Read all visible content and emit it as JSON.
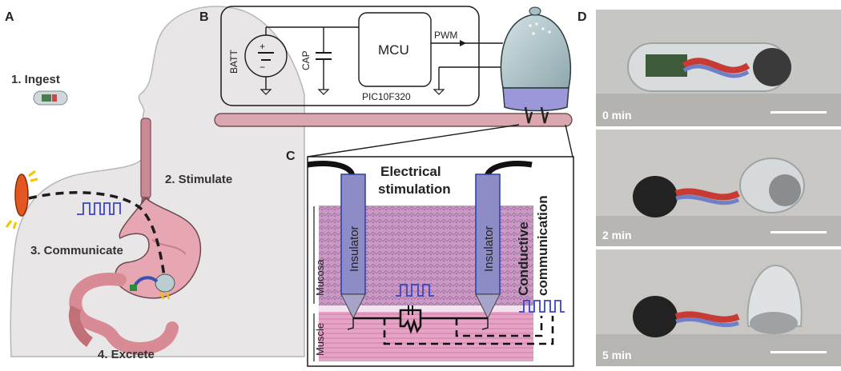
{
  "panels": {
    "a": "A",
    "b": "B",
    "c": "C",
    "d": "D"
  },
  "panel_a": {
    "step1": "1. Ingest",
    "step2": "2. Stimulate",
    "step3": "3. Communicate",
    "step4": "4. Excrete"
  },
  "panel_b": {
    "batt": "BATT",
    "cap": "CAP",
    "mcu": "MCU",
    "pwm": "PWM",
    "chip": "PIC10F320",
    "plus": "+",
    "minus": "−"
  },
  "panel_c": {
    "title_line1": "Electrical",
    "title_line2": "stimulation",
    "insulator_left": "Insulator",
    "insulator_right": "Insulator",
    "mucosa": "Mucosa",
    "muscle": "Muscle",
    "comm_line1": "Conductive",
    "comm_line2": "communication"
  },
  "panel_d": {
    "frames": [
      "0 min",
      "2 min",
      "5 min"
    ]
  },
  "colors": {
    "skin": "#eae7e8",
    "stomach": "#e8a9b3",
    "device_body": "#b8cdd2",
    "device_base": "#9b97d8",
    "insulator": "#8e8cc7",
    "tissue": "#c78ab8"
  }
}
